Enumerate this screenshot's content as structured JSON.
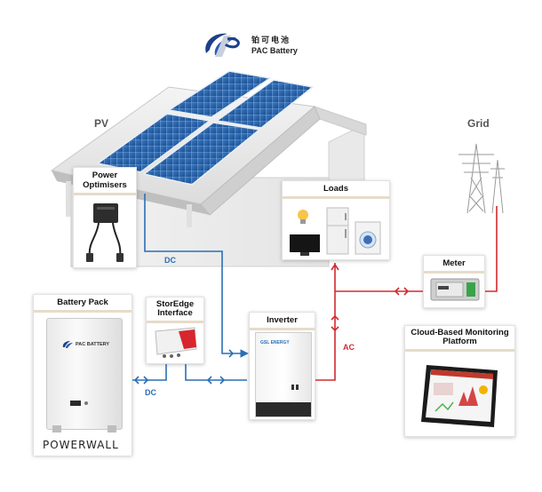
{
  "logo": {
    "cn": "铂可电池",
    "en": "PAC Battery"
  },
  "labels": {
    "pv": "PV",
    "grid": "Grid",
    "dc_top": "DC",
    "dc_bottom": "DC",
    "ac": "AC",
    "powerwall": "POWERWALL"
  },
  "cards": {
    "optimisers": "Power Optimisers",
    "loads": "Loads",
    "meter": "Meter",
    "battery": "Battery Pack",
    "storedge": "StorEdge Interface",
    "inverter": "Inverter",
    "monitoring": "Cloud-Based Monitoring Platform"
  },
  "device_text": {
    "battery_brand": "PAC BATTERY",
    "inverter_brand": "GSL ENERGY"
  },
  "colors": {
    "dc_line": "#2a6fb5",
    "ac_line": "#d32a2f",
    "card_underline": "#e6dcc8",
    "logo_blue": "#1d3f8a"
  }
}
